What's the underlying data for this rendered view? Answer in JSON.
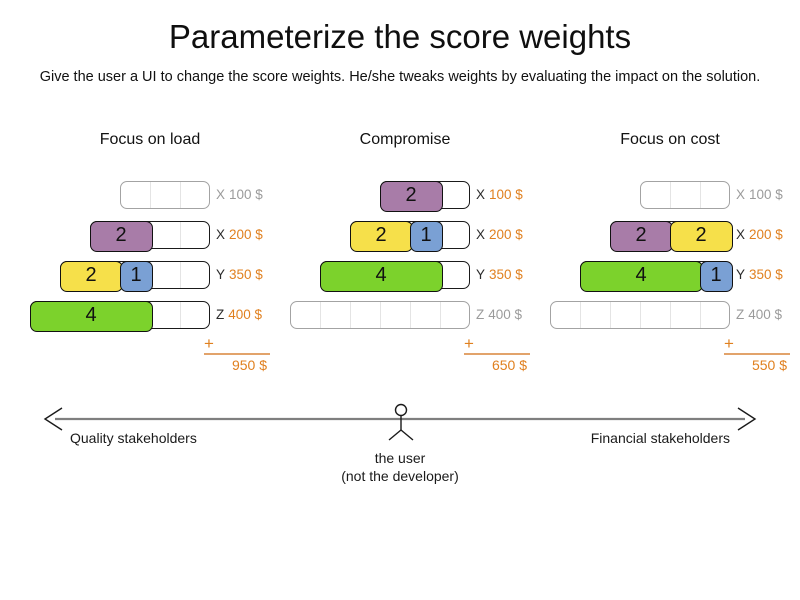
{
  "title": "Parameterize the score weights",
  "subtitle": "Give the user a UI to change the score weights. He/she tweaks weights by evaluating the impact on the solution.",
  "colors": {
    "purple": "#a87ca8",
    "yellow": "#f6e04a",
    "blue": "#7aa0d4",
    "green": "#7cd22c",
    "orange": "#e0801f",
    "total_line_orange": "#e2a36b",
    "inactive_gray": "#9b9b9b",
    "axis_line_gray": "#7f7f7f"
  },
  "columns": [
    {
      "title": "Focus on load",
      "plus": "+",
      "total": "950 $",
      "rows": [
        {
          "axis": "X",
          "price": "100 $",
          "active": false,
          "cells": 3,
          "blocks": []
        },
        {
          "axis": "X",
          "price": "200 $",
          "active": true,
          "cells": 4,
          "blocks": [
            {
              "label": "2",
              "color": "purple"
            }
          ]
        },
        {
          "axis": "Y",
          "price": "350 $",
          "active": true,
          "cells": 5,
          "blocks": [
            {
              "label": "2",
              "color": "yellow"
            },
            {
              "label": "1",
              "color": "blue"
            }
          ]
        },
        {
          "axis": "Z",
          "price": "400 $",
          "active": true,
          "cells": 6,
          "blocks": [
            {
              "label": "4",
              "color": "green"
            }
          ]
        }
      ]
    },
    {
      "title": "Compromise",
      "plus": "+",
      "total": "650 $",
      "rows": [
        {
          "axis": "X",
          "price": "100 $",
          "active": true,
          "cells": 3,
          "blocks": [
            {
              "label": "2",
              "color": "purple"
            }
          ]
        },
        {
          "axis": "X",
          "price": "200 $",
          "active": true,
          "cells": 4,
          "blocks": [
            {
              "label": "2",
              "color": "yellow"
            },
            {
              "label": "1",
              "color": "blue"
            }
          ]
        },
        {
          "axis": "Y",
          "price": "350 $",
          "active": true,
          "cells": 5,
          "blocks": [
            {
              "label": "4",
              "color": "green"
            }
          ]
        },
        {
          "axis": "Z",
          "price": "400 $",
          "active": false,
          "cells": 6,
          "blocks": []
        }
      ]
    },
    {
      "title": "Focus on cost",
      "plus": "+",
      "total": "550 $",
      "rows": [
        {
          "axis": "X",
          "price": "100 $",
          "active": false,
          "cells": 3,
          "blocks": []
        },
        {
          "axis": "X",
          "price": "200 $",
          "active": true,
          "cells": 4,
          "blocks": [
            {
              "label": "2",
              "color": "purple"
            },
            {
              "label": "2",
              "color": "yellow"
            }
          ]
        },
        {
          "axis": "Y",
          "price": "350 $",
          "active": true,
          "cells": 5,
          "blocks": [
            {
              "label": "4",
              "color": "green"
            },
            {
              "label": "1",
              "color": "blue"
            }
          ]
        },
        {
          "axis": "Z",
          "price": "400 $",
          "active": false,
          "cells": 6,
          "blocks": []
        }
      ]
    }
  ],
  "footer": {
    "left_label": "Quality stakeholders",
    "right_label": "Financial stakeholders",
    "user_line1": "the user",
    "user_line2": "(not the developer)"
  }
}
